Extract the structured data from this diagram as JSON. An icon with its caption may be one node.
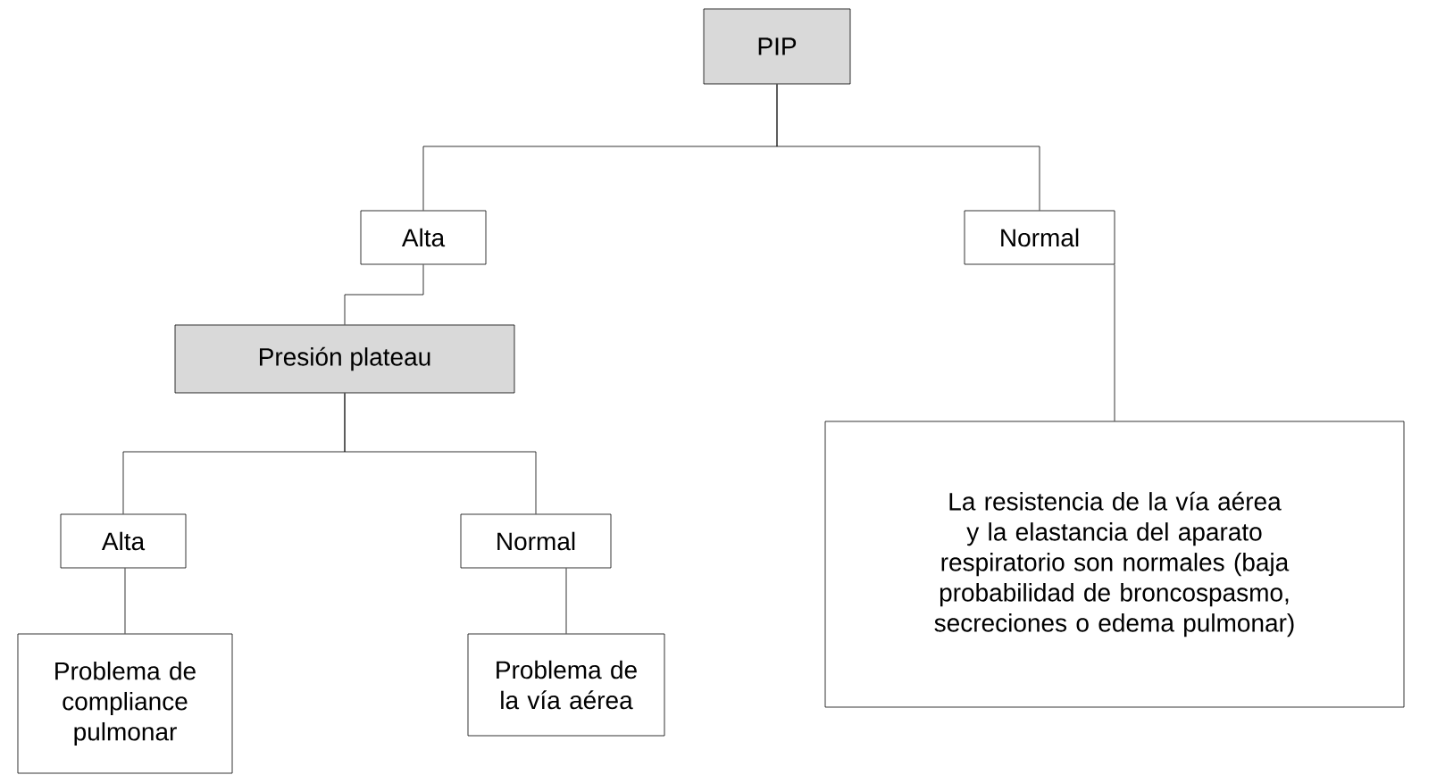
{
  "diagram": {
    "nodes": [
      {
        "text": [
          "PIP"
        ]
      },
      {
        "text": [
          "Alta"
        ]
      },
      {
        "text": [
          "Normal"
        ]
      },
      {
        "text": [
          "Presión plateau"
        ]
      },
      {
        "text": [
          "Alta"
        ]
      },
      {
        "text": [
          "Normal"
        ]
      },
      {
        "text": [
          "La resistencia de la vía aérea y la elastancia del aparato respiratorio son normales (baja probabilidad de broncospasmo, secreciones o edema pulmonar)"
        ]
      },
      {
        "text": [
          "Problema de compliance pulmonar"
        ]
      },
      {
        "text": [
          "Problema de la vía aérea"
        ]
      }
    ],
    "edges": [
      {
        "from": 0,
        "to": 1,
        "arrow": "none"
      },
      {
        "from": 0,
        "to": 2,
        "arrow": "none"
      },
      {
        "from": 1,
        "to": 3,
        "arrow": "none"
      },
      {
        "from": 3,
        "to": 4,
        "arrow": "none"
      },
      {
        "from": 3,
        "to": 5,
        "arrow": "none"
      },
      {
        "from": 2,
        "to": 6,
        "arrow": "none"
      },
      {
        "from": 4,
        "to": 7,
        "arrow": "none"
      },
      {
        "from": 5,
        "to": 8,
        "arrow": "none"
      }
    ]
  }
}
